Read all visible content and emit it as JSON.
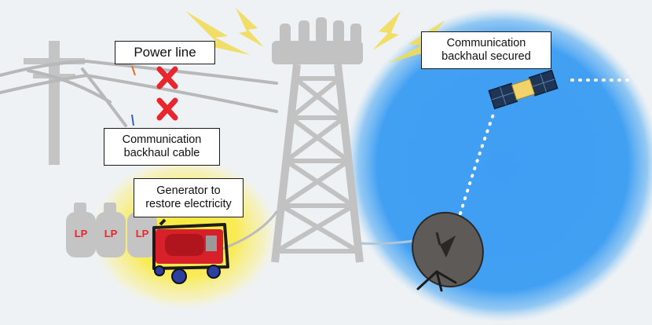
{
  "labels": {
    "power_line": "Power line",
    "backhaul_cable": "Communication\nbackhaul cable",
    "generator": "Generator to\nrestore electricity",
    "backhaul_secured": "Communication\nbackhaul secured"
  },
  "tanks": {
    "lp_text": "LP"
  },
  "colors": {
    "background": "#eef2f5",
    "coverage_blue": "#3f9df3",
    "generator_glow": "#f7e93a",
    "structure_gray": "#bdbdbd",
    "cross_red": "#e8262e",
    "lightning_yellow": "#f1dc5a"
  }
}
